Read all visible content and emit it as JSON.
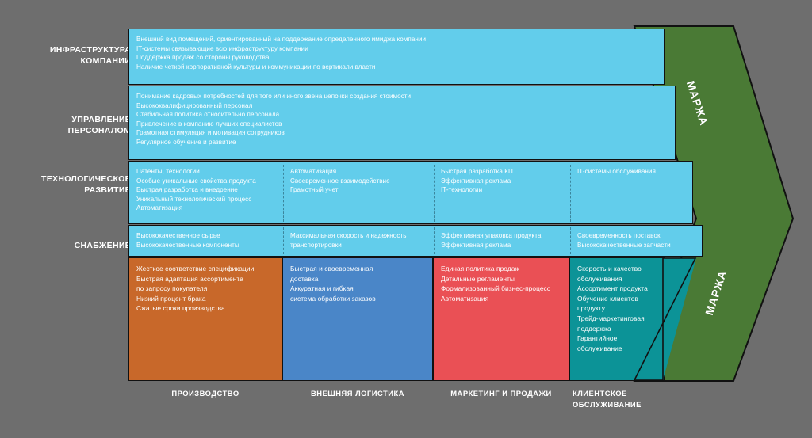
{
  "diagram": {
    "title": "Value chain (Porter) diagram",
    "background_color": "#6e6e6e",
    "support_color": "#62cdeb",
    "arrow_color": "#4a7a35",
    "margin_label_top": "МАРЖА",
    "margin_label_bottom": "МАРЖА"
  },
  "support_rows": [
    {
      "label": "ИНФРАСТРУКТУРА\nКОМПАНИИ",
      "cells": [
        {
          "lines": [
            "Внешний вид помещений, ориентированный на поддержание определенного имиджа компании",
            "IT-системы связывающие всю инфраструктуру компании",
            "Поддержка продаж со стороны руководства",
            "Наличие четкой корпоративной культуры и коммуникации по вертикали власти"
          ]
        }
      ]
    },
    {
      "label": "УПРАВЛЕНИЕ\nПЕРСОНАЛОМ",
      "cells": [
        {
          "lines": [
            "Понимание кадровых потребностей для того или иного звена цепочки создания стоимости",
            "Высококвалифицированный персонал",
            "Стабильная политика относительно персонала",
            "Привлечение в компанию лучших специалистов",
            "Грамотная стимуляция и мотивация сотрудников",
            "Регулярное обучение и развитие"
          ]
        }
      ]
    },
    {
      "label": "ТЕХНОЛОГИЧЕСКОЕ\nРАЗВИТИЕ",
      "cells": [
        {
          "lines": [
            "Патенты, технологии",
            "Особые уникальные свойства продукта",
            "Быстрая разработка и внедрение",
            "Уникальный технологический процесс",
            "Автоматизация"
          ]
        },
        {
          "lines": [
            "Автоматизация",
            "Своевременное взаимодействие",
            "Грамотный учет"
          ]
        },
        {
          "lines": [
            "Быстрая разработка КП",
            "Эффективная реклама",
            "IT-технологии"
          ]
        },
        {
          "lines": [
            "IT-системы  обслуживания"
          ]
        }
      ]
    },
    {
      "label": "СНАБЖЕНИЕ",
      "cells": [
        {
          "lines": [
            "Высококачественное сырье",
            "Высококачественные компоненты"
          ]
        },
        {
          "lines": [
            "Максимальная скорость и надежность",
            "транспортировки"
          ]
        },
        {
          "lines": [
            "Эффективная упаковка продукта",
            "Эффективная реклама"
          ]
        },
        {
          "lines": [
            "Своевременность поставок",
            "Высококачественные запчасти"
          ]
        }
      ]
    }
  ],
  "primary_columns": [
    {
      "axis_label": "ПРОИЗВОДСТВО",
      "color": "#c8682a",
      "lines": [
        "Жесткое соответствие спецификации",
        "Быстрая адаптация ассортимента",
        "по запросу покупателя",
        "Низкий процент брака",
        "Сжатые сроки производства"
      ]
    },
    {
      "axis_label": "ВНЕШНЯЯ ЛОГИСТИКА",
      "color": "#4a86c8",
      "lines": [
        "Быстрая и своевременная",
        "доставка",
        "Аккуратная и гибкая",
        "система обработки заказов"
      ]
    },
    {
      "axis_label": "МАРКЕТИНГ И ПРОДАЖИ",
      "color": "#ea5055",
      "lines": [
        "Единая политика продаж",
        "Детальные регламенты",
        "Формализованный бизнес-процесс",
        "Автоматизация"
      ]
    },
    {
      "axis_label": "КЛИЕНТСКОЕ\nОБСЛУЖИВАНИЕ",
      "color": "#0c9397",
      "lines": [
        "Скорость и качество",
        "обслуживания",
        "Ассортимент продукта",
        "Обучение клиентов продукту",
        "Трейд-маркетинговая",
        "поддержка",
        "Гарантийное",
        "обслуживание"
      ]
    }
  ]
}
